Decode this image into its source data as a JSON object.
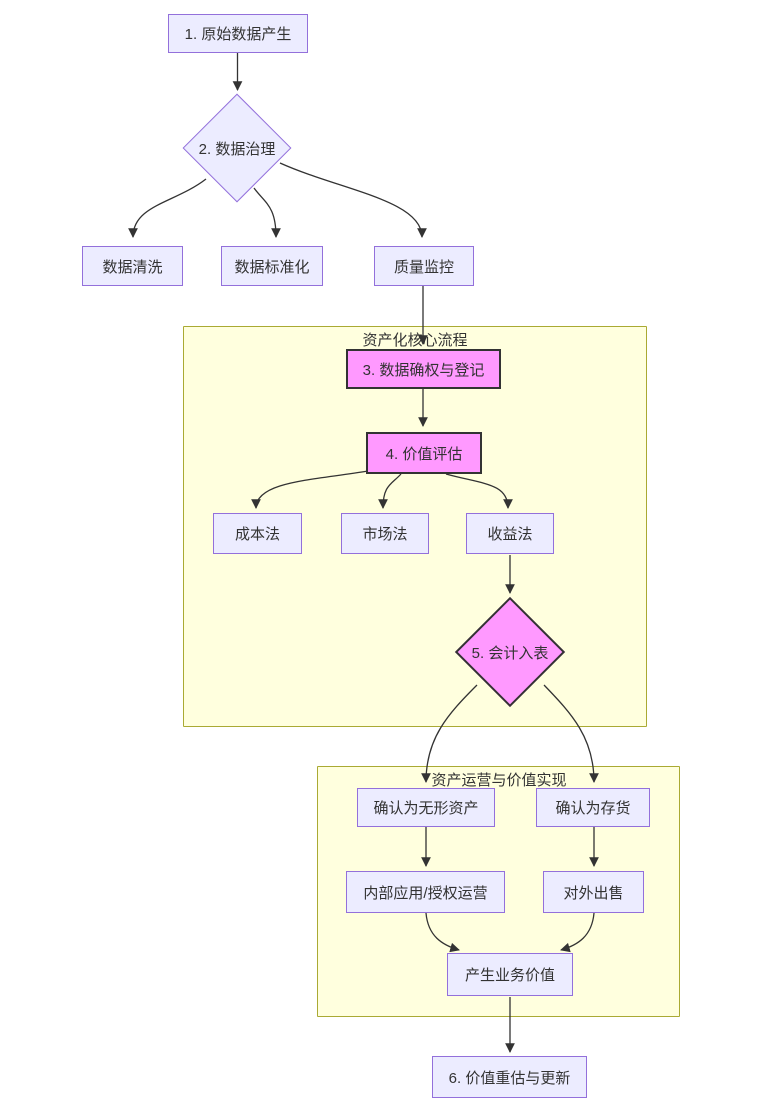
{
  "diagram": {
    "type": "flowchart",
    "clusters": {
      "core": {
        "label": "资产化核心流程"
      },
      "ops": {
        "label": "资产运营与价值实现"
      }
    },
    "nodes": {
      "origin": {
        "label": "1. 原始数据产生",
        "shape": "rect"
      },
      "governance": {
        "label": "2. 数据治理",
        "shape": "diamond"
      },
      "cleaning": {
        "label": "数据清洗",
        "shape": "rect"
      },
      "standardization": {
        "label": "数据标准化",
        "shape": "rect"
      },
      "quality": {
        "label": "质量监控",
        "shape": "rect"
      },
      "registration": {
        "label": "3. 数据确权与登记",
        "shape": "rect",
        "highlight": true
      },
      "valuation": {
        "label": "4. 价值评估",
        "shape": "rect",
        "highlight": true
      },
      "cost_method": {
        "label": "成本法",
        "shape": "rect"
      },
      "market_method": {
        "label": "市场法",
        "shape": "rect"
      },
      "income_method": {
        "label": "收益法",
        "shape": "rect"
      },
      "accounting": {
        "label": "5. 会计入表",
        "shape": "diamond",
        "highlight": true
      },
      "intangible": {
        "label": "确认为无形资产",
        "shape": "rect"
      },
      "inventory": {
        "label": "确认为存货",
        "shape": "rect"
      },
      "internal_ops": {
        "label": "内部应用/授权运营",
        "shape": "rect"
      },
      "external_sale": {
        "label": "对外出售",
        "shape": "rect"
      },
      "business_value": {
        "label": "产生业务价值",
        "shape": "rect"
      },
      "revaluation": {
        "label": "6. 价值重估与更新",
        "shape": "rect"
      }
    },
    "edges": [
      {
        "from": "origin",
        "to": "governance"
      },
      {
        "from": "governance",
        "to": "cleaning"
      },
      {
        "from": "governance",
        "to": "standardization"
      },
      {
        "from": "governance",
        "to": "quality"
      },
      {
        "from": "quality",
        "to": "registration"
      },
      {
        "from": "registration",
        "to": "valuation"
      },
      {
        "from": "valuation",
        "to": "cost_method"
      },
      {
        "from": "valuation",
        "to": "market_method"
      },
      {
        "from": "valuation",
        "to": "income_method"
      },
      {
        "from": "income_method",
        "to": "accounting"
      },
      {
        "from": "accounting",
        "to": "intangible"
      },
      {
        "from": "accounting",
        "to": "inventory"
      },
      {
        "from": "intangible",
        "to": "internal_ops"
      },
      {
        "from": "inventory",
        "to": "external_sale"
      },
      {
        "from": "internal_ops",
        "to": "business_value"
      },
      {
        "from": "external_sale",
        "to": "business_value"
      },
      {
        "from": "business_value",
        "to": "revaluation"
      }
    ],
    "colors": {
      "node_fill": "#ECECFF",
      "node_border": "#9370DB",
      "highlight_fill": "#FF99FF",
      "highlight_border": "#333333",
      "cluster_fill": "#FFFFDE",
      "cluster_border": "#AAAA33",
      "edge": "#333333",
      "text": "#333333"
    }
  }
}
